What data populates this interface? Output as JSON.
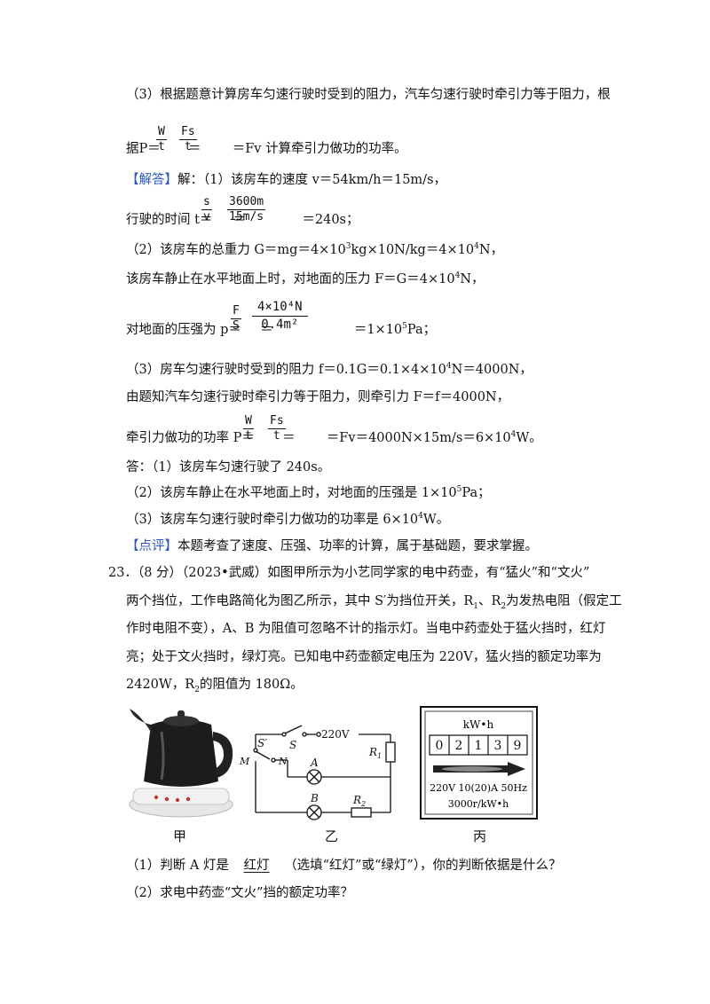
{
  "lines": {
    "l1": "（3）根据题意计算房车匀速行驶时受到的阻力，汽车匀速行驶时牵引力等于阻力，根",
    "l2_a": "据P＝",
    "l2_b": "＝",
    "l2_c": "＝Fv 计算牵引力做功的功率。",
    "answer_tag": "【解答】",
    "l3_rest": "解：（1）该房车的速度 v＝54km/h＝15m/s，",
    "l4_a": "行驶的时间 t＝",
    "l4_b": "＝",
    "l4_c": "＝240s；",
    "l5_a": "（2）该房车的总重力 G＝mg＝4×10",
    "l5_b": "kg×10N/kg＝4×10",
    "l5_c": "N，",
    "l6_a": "该房车静止在水平地面上时，对地面的压力 F＝G＝4×10",
    "l6_b": "N，",
    "l7_a": "对地面的压强为 p＝",
    "l7_b": "＝",
    "l7_c": "＝1×10",
    "l7_d": "Pa；",
    "l8_a": "（3）房车匀速行驶时受到的阻力 f＝0.1G＝0.1×4×10",
    "l8_b": "N＝4000N，",
    "l9": "由题知汽车匀速行驶时牵引力等于阻力，则牵引力 F＝f＝4000N，",
    "l10_a": "牵引力做功的功率 P＝",
    "l10_b": "＝",
    "l10_c": "＝Fv＝4000N×15m/s＝6×10",
    "l10_d": "W。",
    "l11": "答：（1）该房车匀速行驶了 240s。",
    "l12_a": "（2）该房车静止在水平地面上时，对地面的压强是 1×10",
    "l12_b": "Pa；",
    "l13_a": "（3）该房车匀速行驶时牵引力做功的功率是 6×10",
    "l13_b": "W。",
    "comment_tag": "【点评】",
    "l14_rest": "本题考查了速度、压强、功率的计算，属于基础题，要求掌握。",
    "q23_a": "23．（8 分）（2023•武威）如图甲所示为小艺同学家的电中药壶，有“猛火”和“文火”",
    "q23_b": "两个挡位，工作电路简化为图乙所示，其中 S′为挡位开关，R",
    "q23_b2": "、R",
    "q23_b3": "为发热电阻（假定工",
    "q23_c": "作时电阻不变），A、B 为阻值可忽略不计的指示灯。当电中药壶处于猛火挡时，红灯",
    "q23_d": "亮；处于文火挡时，绿灯亮。已知电中药壶额定电压为 220V，猛火挡的额定功率为",
    "q23_e": "2420W，R",
    "q23_e2": "的阻值为 180Ω。",
    "sub1_a": "（1）判断 A 灯是",
    "sub1_answer": "红灯",
    "sub1_b": "（选填“红灯”或“绿灯”），你的判断依据是什么？",
    "sub2": "（2）求电中药壶“文火”挡的额定功率？"
  },
  "exponents": {
    "e3": "3",
    "e4": "4",
    "e5": "5"
  },
  "subscripts": {
    "one": "1",
    "two": "2"
  },
  "fractions": {
    "w": "W",
    "t": "t",
    "fs": "Fs",
    "s": "s",
    "v": "v",
    "d3600": "3600m",
    "v15": "15m/s",
    "F": "F",
    "S": "S",
    "num_force": "4×10⁴N",
    "den_area": "0.4m²"
  },
  "figure": {
    "captions": {
      "jia": "甲",
      "yi": "乙",
      "bing": "丙"
    },
    "circuit": {
      "voltage": "220V",
      "switch": "S",
      "selector": "S′",
      "m": "M",
      "n": "N",
      "lamp_a": "A",
      "lamp_b": "B",
      "r1": "R",
      "r2": "R"
    },
    "meter": {
      "unit": "kW•h",
      "digits": [
        "0",
        "2",
        "1",
        "3",
        "9"
      ],
      "rating": "220V 10(20)A 50Hz",
      "constant": "3000r/kW•h"
    }
  }
}
